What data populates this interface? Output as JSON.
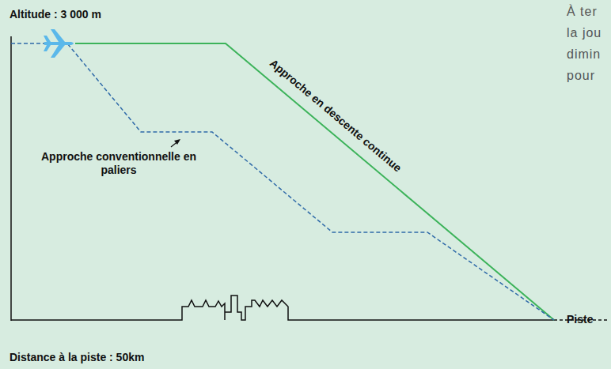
{
  "diagram": {
    "labels": [
      "Altitude : 3 000 m",
      "Approche en descente continue",
      "Approche conventionnelle en paliers",
      "Piste",
      "Distance à la piste : 50km",
      "À ter",
      "la jou",
      "dimin",
      "pour"
    ]
  }
}
